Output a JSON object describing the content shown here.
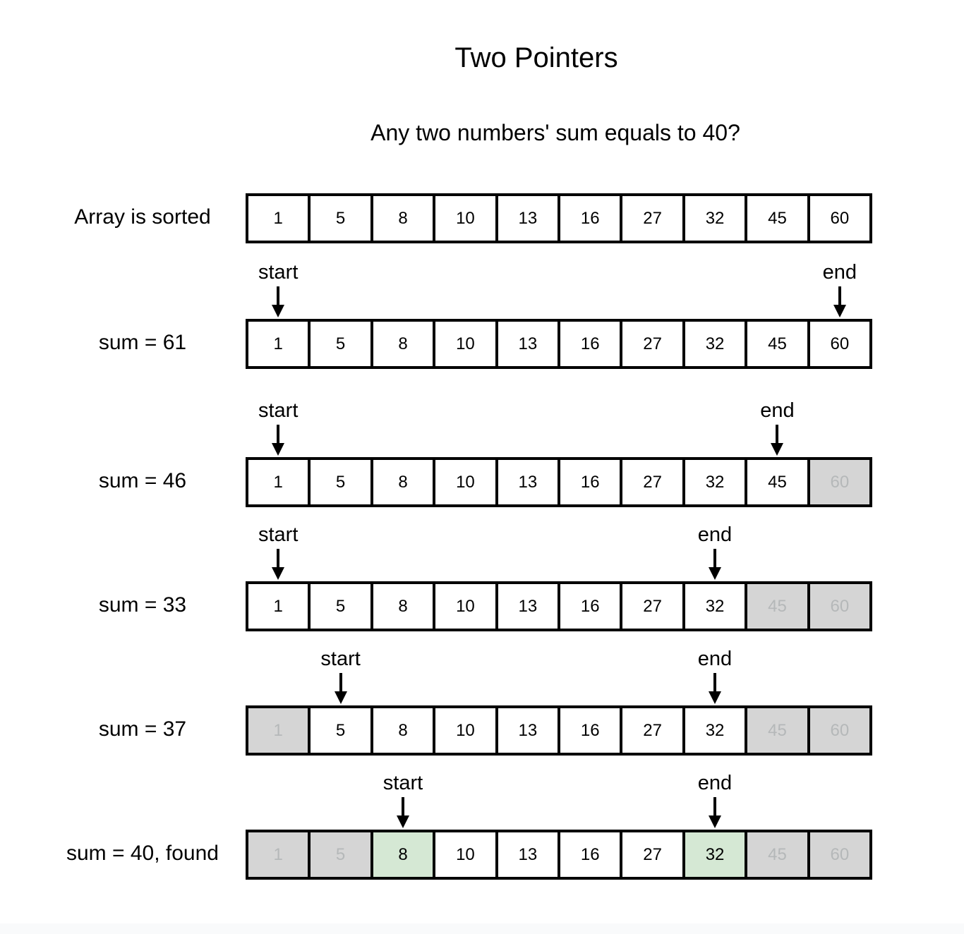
{
  "title": "Two Pointers",
  "subtitle": "Any two numbers' sum equals to 40?",
  "array_values": [
    1,
    5,
    8,
    10,
    13,
    16,
    27,
    32,
    45,
    60
  ],
  "pointer_labels": {
    "start": "start",
    "end": "end"
  },
  "colors": {
    "border_black": "#000000",
    "gray_fill": "#d5d5d5",
    "gray_text": "#b5b8b9",
    "green_fill": "#d5e8d4",
    "cell_white": "#ffffff"
  },
  "rows": [
    {
      "label": "Array is sorted",
      "start": null,
      "end": null,
      "gray_indices": [],
      "green_indices": []
    },
    {
      "label": "sum = 61",
      "start": 0,
      "end": 9,
      "gray_indices": [],
      "green_indices": []
    },
    {
      "label": "sum = 46",
      "start": 0,
      "end": 8,
      "gray_indices": [
        9
      ],
      "green_indices": []
    },
    {
      "label": "sum = 33",
      "start": 0,
      "end": 7,
      "gray_indices": [
        8,
        9
      ],
      "green_indices": []
    },
    {
      "label": "sum = 37",
      "start": 1,
      "end": 7,
      "gray_indices": [
        0,
        8,
        9
      ],
      "green_indices": []
    },
    {
      "label": "sum = 40, found",
      "start": 2,
      "end": 7,
      "gray_indices": [
        0,
        1,
        8,
        9
      ],
      "green_indices": [
        2,
        7
      ]
    }
  ]
}
